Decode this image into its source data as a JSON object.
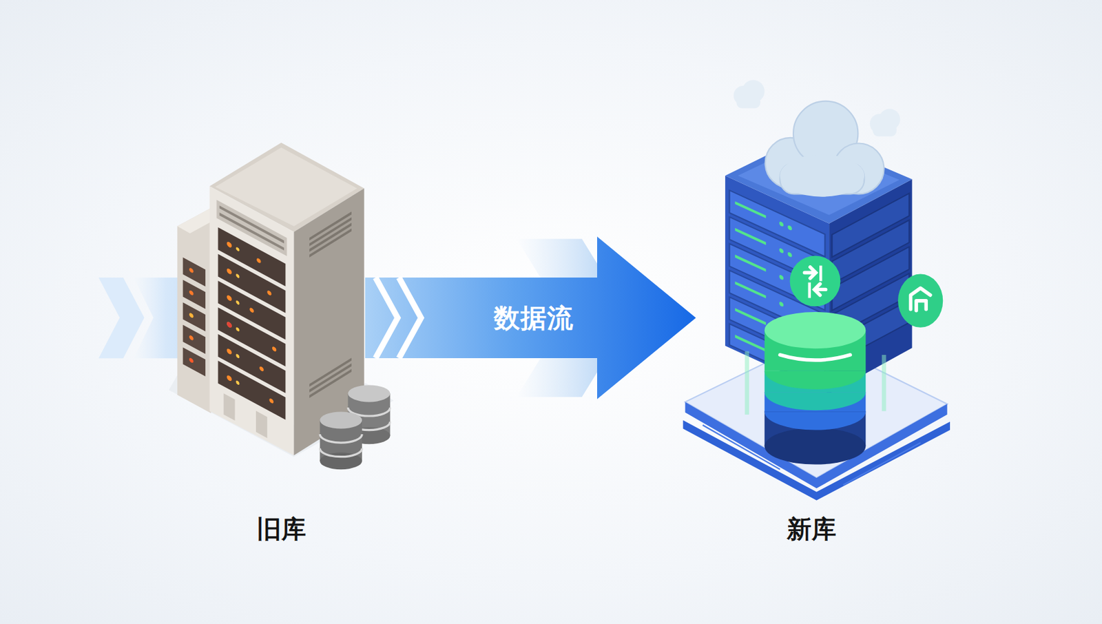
{
  "diagram": {
    "nodes": [
      {
        "text": [
          "旧库"
        ]
      },
      {
        "text": [
          "新库"
        ]
      }
    ],
    "edges": [
      {
        "from": 0,
        "to": 1,
        "label": "数据流",
        "arrow": "to"
      }
    ]
  }
}
